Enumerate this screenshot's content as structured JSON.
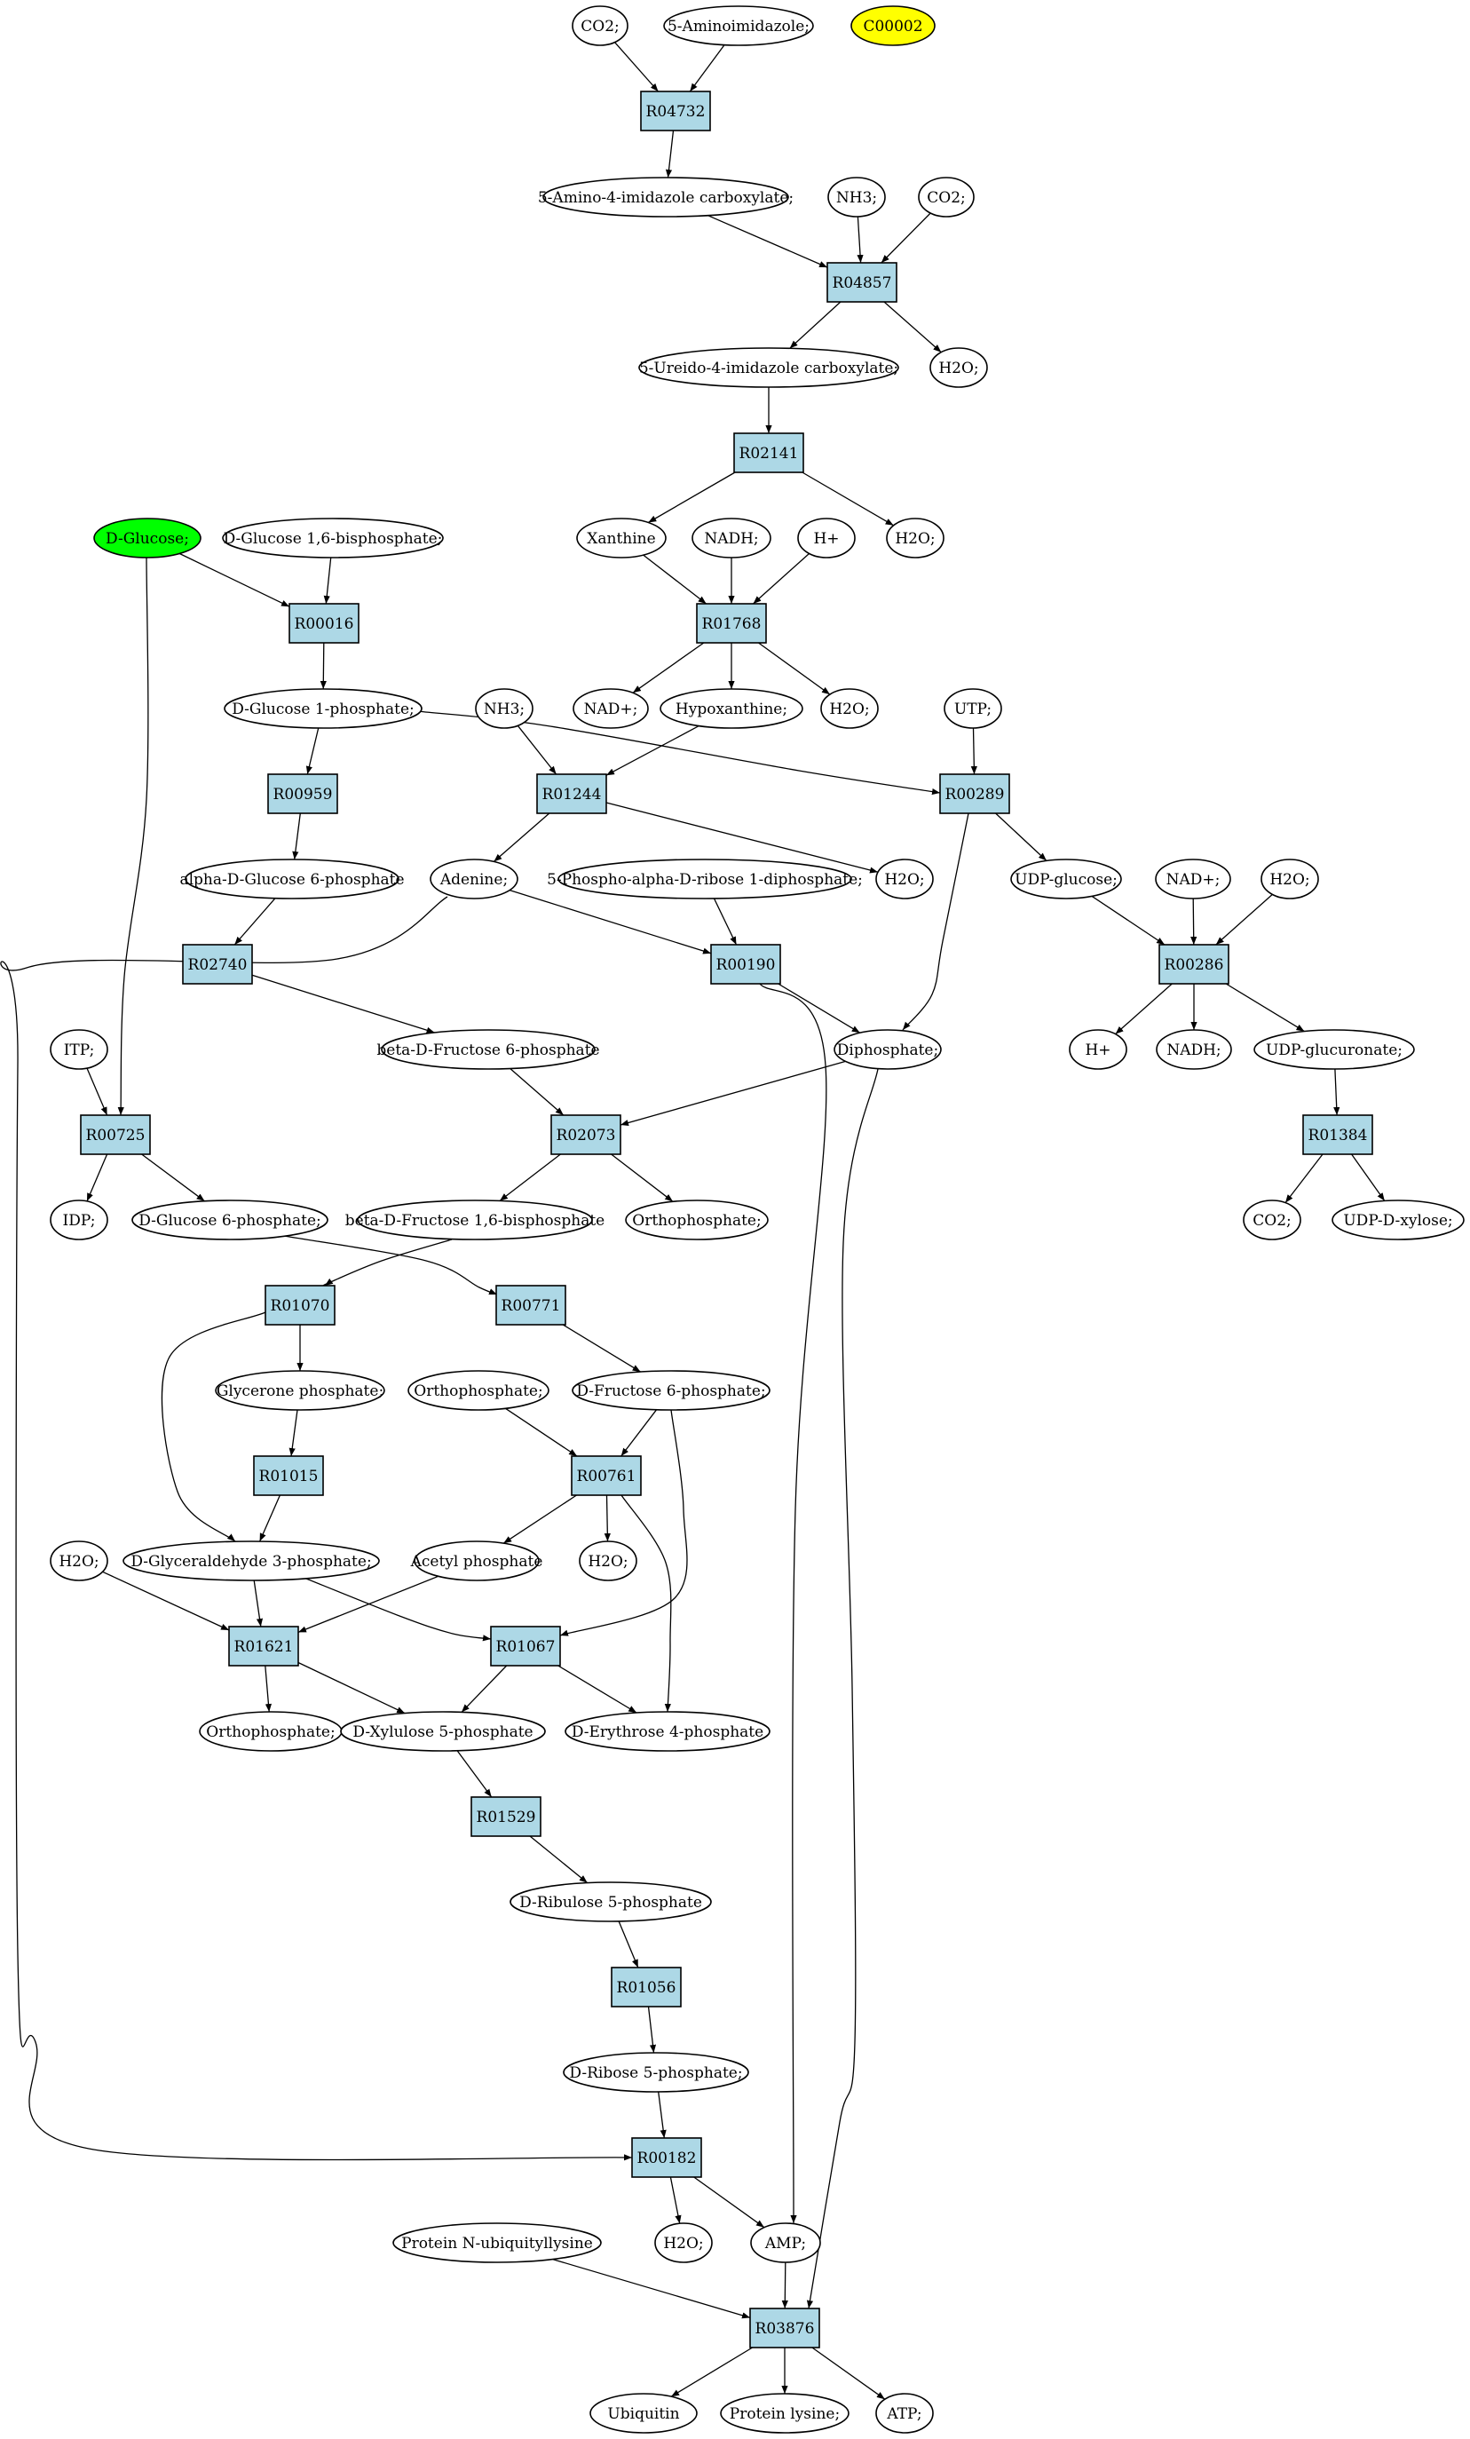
{
  "title": "",
  "colors": {
    "compound": "#ffffff",
    "reaction": "#add8e6",
    "highlight_green": "#00ff00",
    "highlight_yellow": "#ffff00"
  },
  "compounds": {
    "co2_a": "CO2;",
    "aminoimidazole": "5-Aminoimidazole;",
    "c00002": "C00002",
    "amino_imidazole_carboxylate": "5-Amino-4-imidazole carboxylate;",
    "nh3_a": "NH3;",
    "co2_b": "CO2;",
    "ureido_imidazole_carboxylate": "5-Ureido-4-imidazole carboxylate;",
    "h2o_a": "H2O;",
    "d_glucose": "D-Glucose;",
    "glucose_16bp": "D-Glucose 1,6-bisphosphate;",
    "xanthine": "Xanthine",
    "nadh_a": "NADH;",
    "hplus_a": "H+",
    "h2o_b": "H2O;",
    "nadplus_a": "NAD+;",
    "hypoxanthine": "Hypoxanthine;",
    "h2o_c": "H2O;",
    "glucose_1p": "D-Glucose 1-phosphate;",
    "nh3_b": "NH3;",
    "utp": "UTP;",
    "alpha_glucose_6p": "alpha-D-Glucose 6-phosphate",
    "adenine": "Adenine;",
    "prpp": "5-Phospho-alpha-D-ribose 1-diphosphate;",
    "h2o_d": "H2O;",
    "udp_glucose": "UDP-glucose;",
    "nadplus_b": "NAD+;",
    "h2o_e": "H2O;",
    "itp": "ITP;",
    "beta_fructose_6p": "beta-D-Fructose 6-phosphate",
    "diphosphate": "Diphosphate;",
    "hplus_b": "H+",
    "nadh_b": "NADH;",
    "udp_glucuronate": "UDP-glucuronate;",
    "idp": "IDP;",
    "glucose_6p": "D-Glucose 6-phosphate;",
    "beta_fructose_16bp": "beta-D-Fructose 1,6-bisphosphate",
    "orthophosphate_a": "Orthophosphate;",
    "co2_c": "CO2;",
    "udp_xylose": "UDP-D-xylose;",
    "glycerone_p": "Glycerone phosphate;",
    "orthophosphate_b": "Orthophosphate;",
    "fructose_6p": "D-Fructose 6-phosphate;",
    "h2o_f": "H2O;",
    "glyceraldehyde_3p": "D-Glyceraldehyde 3-phosphate;",
    "acetyl_p": "Acetyl phosphate",
    "h2o_g": "H2O;",
    "orthophosphate_c": "Orthophosphate;",
    "xylulose_5p": "D-Xylulose 5-phosphate",
    "erythrose_4p": "D-Erythrose 4-phosphate",
    "ribulose_5p": "D-Ribulose 5-phosphate",
    "ribose_5p": "D-Ribose 5-phosphate;",
    "protein_ubiquityllysine": "Protein N-ubiquityllysine",
    "h2o_h": "H2O;",
    "amp": "AMP;",
    "ubiquitin": "Ubiquitin",
    "protein_lysine": "Protein lysine;",
    "atp": "ATP;"
  },
  "reactions": {
    "R04732": "R04732",
    "R04857": "R04857",
    "R02141": "R02141",
    "R00016": "R00016",
    "R01768": "R01768",
    "R00959": "R00959",
    "R01244": "R01244",
    "R00289": "R00289",
    "R02740": "R02740",
    "R00190": "R00190",
    "R00286": "R00286",
    "R00725": "R00725",
    "R02073": "R02073",
    "R01384": "R01384",
    "R01070": "R01070",
    "R00771": "R00771",
    "R01015": "R01015",
    "R00761": "R00761",
    "R01621": "R01621",
    "R01067": "R01067",
    "R01529": "R01529",
    "R01056": "R01056",
    "R00182": "R00182",
    "R03876": "R03876"
  },
  "edges": [
    [
      "co2_a",
      "R04732"
    ],
    [
      "aminoimidazole",
      "R04732"
    ],
    [
      "R04732",
      "amino_imidazole_carboxylate"
    ],
    [
      "amino_imidazole_carboxylate",
      "R04857"
    ],
    [
      "nh3_a",
      "R04857"
    ],
    [
      "co2_b",
      "R04857"
    ],
    [
      "R04857",
      "ureido_imidazole_carboxylate"
    ],
    [
      "R04857",
      "h2o_a"
    ],
    [
      "ureido_imidazole_carboxylate",
      "R02141"
    ],
    [
      "R02141",
      "xanthine"
    ],
    [
      "R02141",
      "h2o_b"
    ],
    [
      "d_glucose",
      "R00016"
    ],
    [
      "glucose_16bp",
      "R00016"
    ],
    [
      "R00016",
      "glucose_1p"
    ],
    [
      "xanthine",
      "R01768"
    ],
    [
      "nadh_a",
      "R01768"
    ],
    [
      "hplus_a",
      "R01768"
    ],
    [
      "R01768",
      "nadplus_a"
    ],
    [
      "R01768",
      "hypoxanthine"
    ],
    [
      "R01768",
      "h2o_c"
    ],
    [
      "glucose_1p",
      "R00959"
    ],
    [
      "glucose_1p",
      "R00289"
    ],
    [
      "utp",
      "R00289"
    ],
    [
      "nh3_b",
      "R01244"
    ],
    [
      "hypoxanthine",
      "R01244"
    ],
    [
      "R01244",
      "adenine"
    ],
    [
      "R01244",
      "h2o_d"
    ],
    [
      "R00959",
      "alpha_glucose_6p"
    ],
    [
      "alpha_glucose_6p",
      "R02740"
    ],
    [
      "R02740",
      "beta_fructose_6p"
    ],
    [
      "adenine",
      "R00190"
    ],
    [
      "prpp",
      "R00190"
    ],
    [
      "R00190",
      "diphosphate"
    ],
    [
      "R00289",
      "udp_glucose"
    ],
    [
      "R00289",
      "diphosphate"
    ],
    [
      "udp_glucose",
      "R00286"
    ],
    [
      "nadplus_b",
      "R00286"
    ],
    [
      "h2o_e",
      "R00286"
    ],
    [
      "R00286",
      "hplus_b"
    ],
    [
      "R00286",
      "nadh_b"
    ],
    [
      "R00286",
      "udp_glucuronate"
    ],
    [
      "udp_glucuronate",
      "R01384"
    ],
    [
      "R01384",
      "co2_c"
    ],
    [
      "R01384",
      "udp_xylose"
    ],
    [
      "itp",
      "R00725"
    ],
    [
      "d_glucose",
      "R00725"
    ],
    [
      "R00725",
      "idp"
    ],
    [
      "R00725",
      "glucose_6p"
    ],
    [
      "beta_fructose_6p",
      "R02073"
    ],
    [
      "diphosphate",
      "R02073"
    ],
    [
      "R02073",
      "beta_fructose_16bp"
    ],
    [
      "R02073",
      "orthophosphate_a"
    ],
    [
      "glucose_6p",
      "R00771"
    ],
    [
      "beta_fructose_16bp",
      "R01070"
    ],
    [
      "R01070",
      "glycerone_p"
    ],
    [
      "R01070",
      "glyceraldehyde_3p"
    ],
    [
      "R00771",
      "fructose_6p"
    ],
    [
      "glycerone_p",
      "R01015"
    ],
    [
      "R01015",
      "glyceraldehyde_3p"
    ],
    [
      "orthophosphate_b",
      "R00761"
    ],
    [
      "fructose_6p",
      "R00761"
    ],
    [
      "R00761",
      "acetyl_p"
    ],
    [
      "R00761",
      "h2o_f"
    ],
    [
      "R00761",
      "erythrose_4p"
    ],
    [
      "h2o_g",
      "R01621"
    ],
    [
      "glyceraldehyde_3p",
      "R01621"
    ],
    [
      "acetyl_p",
      "R01621"
    ],
    [
      "R01621",
      "orthophosphate_c"
    ],
    [
      "R01621",
      "xylulose_5p"
    ],
    [
      "glyceraldehyde_3p",
      "R01067"
    ],
    [
      "fructose_6p",
      "R01067"
    ],
    [
      "R01067",
      "xylulose_5p"
    ],
    [
      "R01067",
      "erythrose_4p"
    ],
    [
      "xylulose_5p",
      "R01529"
    ],
    [
      "R01529",
      "ribulose_5p"
    ],
    [
      "ribulose_5p",
      "R01056"
    ],
    [
      "R01056",
      "ribose_5p"
    ],
    [
      "ribose_5p",
      "R00182"
    ],
    [
      "adenine",
      "R00182"
    ],
    [
      "R00182",
      "h2o_h"
    ],
    [
      "R00182",
      "amp"
    ],
    [
      "R00190",
      "amp"
    ],
    [
      "amp",
      "R03876"
    ],
    [
      "protein_ubiquityllysine",
      "R03876"
    ],
    [
      "diphosphate",
      "R03876"
    ],
    [
      "R03876",
      "ubiquitin"
    ],
    [
      "R03876",
      "protein_lysine"
    ],
    [
      "R03876",
      "atp"
    ]
  ]
}
